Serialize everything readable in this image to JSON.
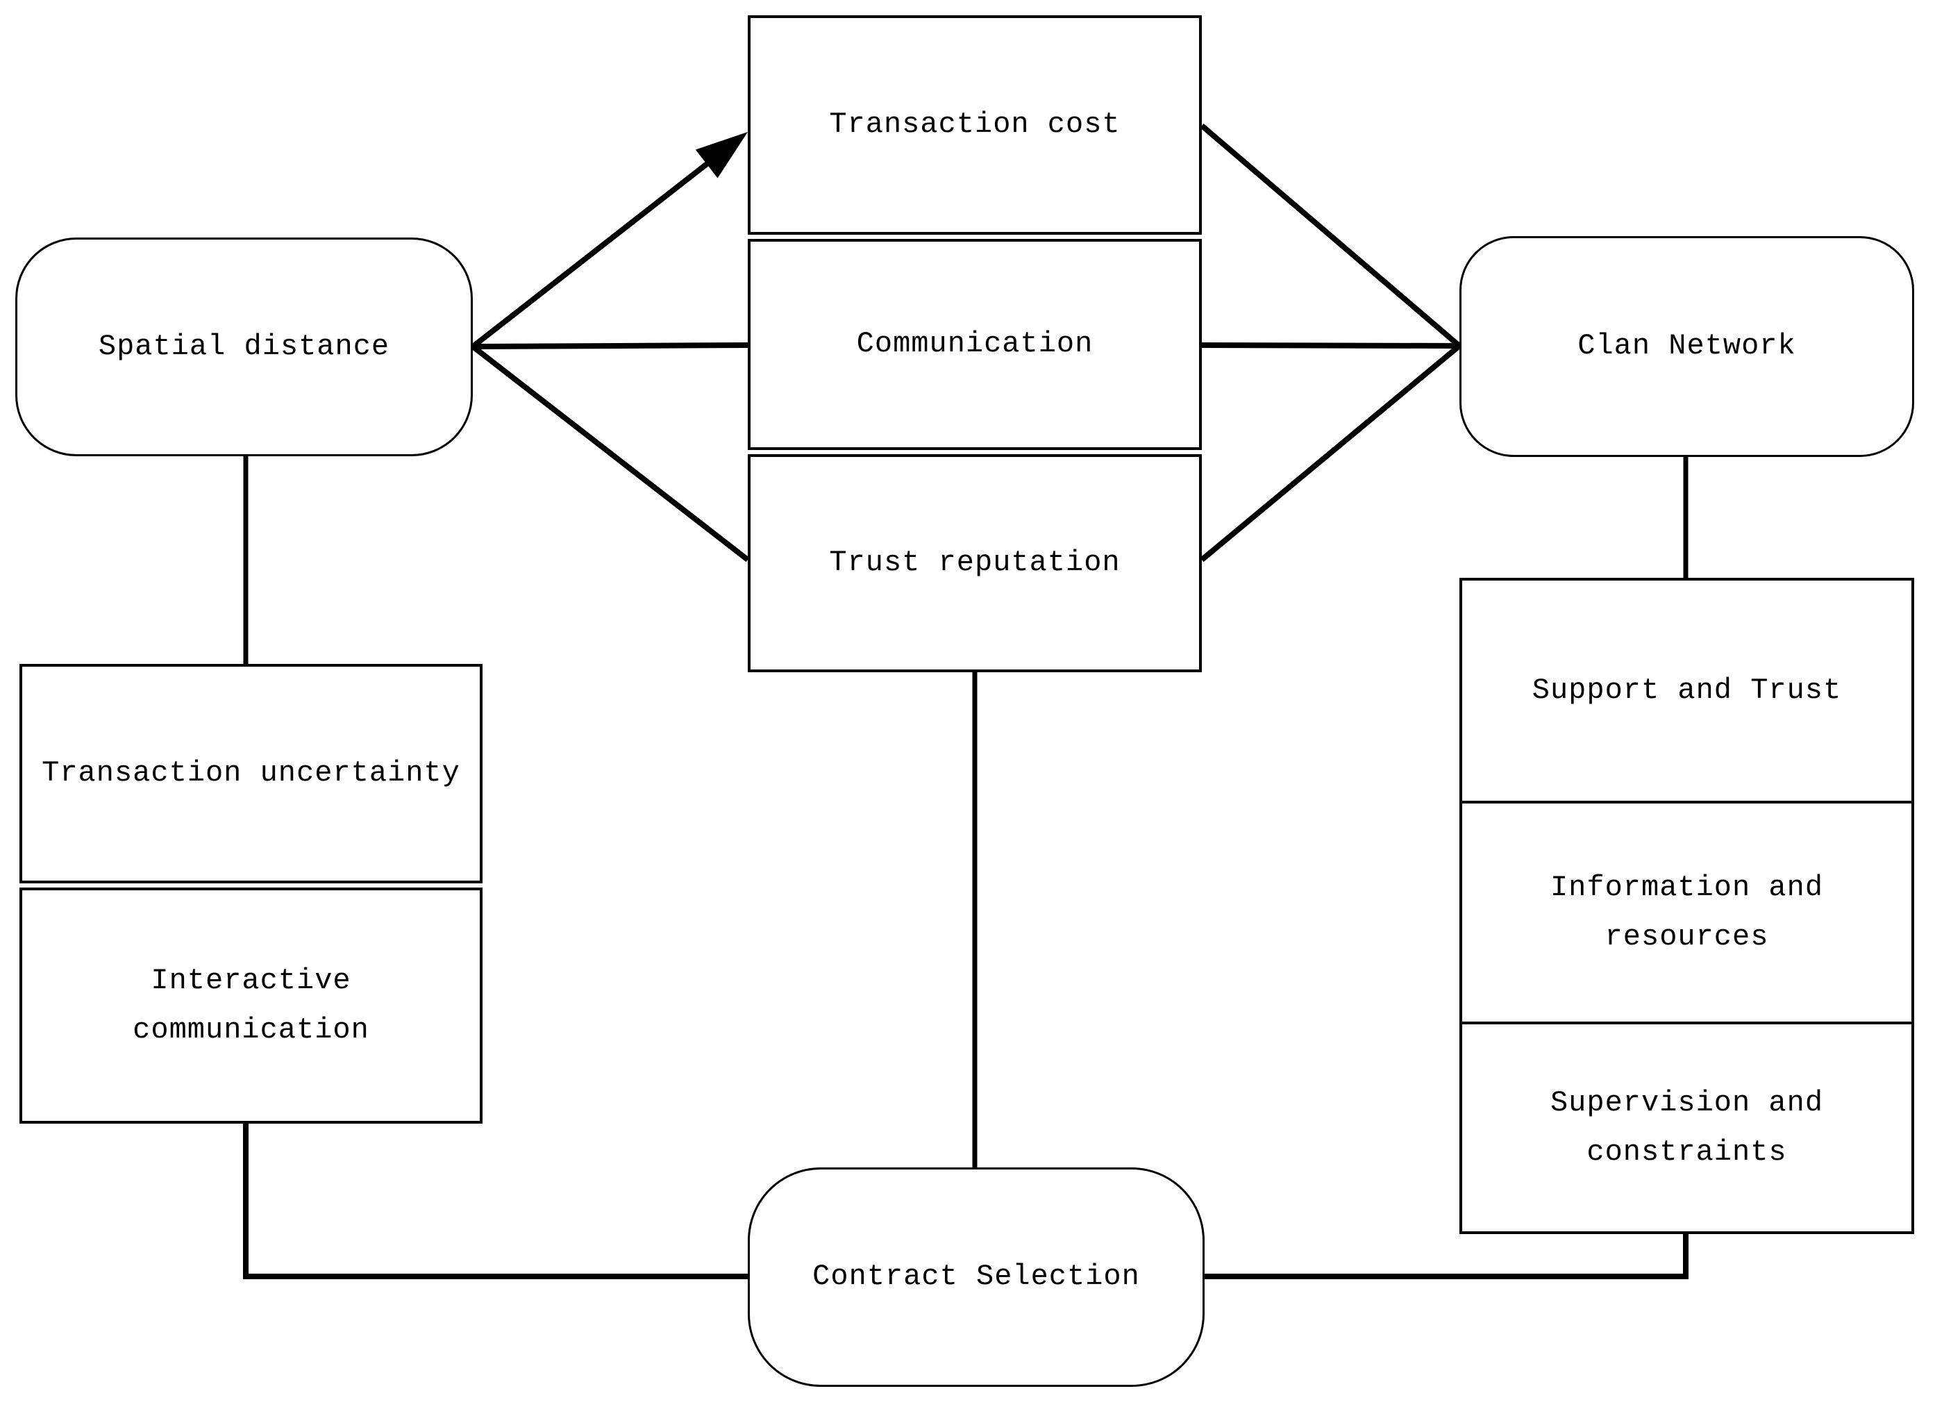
{
  "diagram": {
    "background_color": "#ffffff",
    "line_color": "#000000",
    "nodes": {
      "spatial_distance": {
        "label": "Spatial distance",
        "shape": "rounded"
      },
      "transaction_cost": {
        "label": "Transaction cost",
        "shape": "rect"
      },
      "communication": {
        "label": "Communication",
        "shape": "rect"
      },
      "trust_reputation": {
        "label": "Trust reputation",
        "shape": "rect"
      },
      "clan_network": {
        "label": "Clan Network",
        "shape": "rounded"
      },
      "transaction_uncertainty": {
        "label": "Transaction uncertainty",
        "shape": "rect"
      },
      "interactive_communication": {
        "label": "Interactive\ncommunication",
        "shape": "rect"
      },
      "support_and_trust": {
        "label": "Support and Trust",
        "shape": "rect"
      },
      "information_and_resources": {
        "label": "Information and\nresources",
        "shape": "rect"
      },
      "supervision_and_constraints": {
        "label": "Supervision and\nconstraints",
        "shape": "rect"
      },
      "contract_selection": {
        "label": "Contract Selection",
        "shape": "rounded"
      }
    },
    "edges": [
      {
        "from": "spatial_distance",
        "to": "transaction_cost",
        "arrow": true
      },
      {
        "from": "spatial_distance",
        "to": "communication",
        "arrow": false
      },
      {
        "from": "spatial_distance",
        "to": "trust_reputation",
        "arrow": false
      },
      {
        "from": "transaction_cost",
        "to": "clan_network",
        "arrow": false
      },
      {
        "from": "communication",
        "to": "clan_network",
        "arrow": false
      },
      {
        "from": "trust_reputation",
        "to": "clan_network",
        "arrow": false
      },
      {
        "from": "spatial_distance",
        "to": "transaction_uncertainty",
        "arrow": false
      },
      {
        "from": "interactive_communication",
        "to": "contract_selection",
        "arrow": false
      },
      {
        "from": "trust_reputation",
        "to": "contract_selection",
        "arrow": false
      },
      {
        "from": "clan_network",
        "to": "support_and_trust",
        "arrow": false
      },
      {
        "from": "supervision_and_constraints",
        "to": "contract_selection",
        "arrow": false
      }
    ]
  }
}
